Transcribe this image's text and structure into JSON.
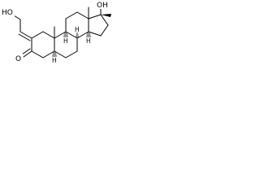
{
  "molecule": {
    "atoms": {
      "hydroxymethylene_oh": "HO",
      "ketone_o": "O",
      "c17_oh": "OH",
      "h_c5": "H",
      "h_c8": "H",
      "h_c9": "H",
      "h_c14": "H"
    },
    "colors": {
      "bond": "#000000",
      "background": "#ffffff"
    }
  }
}
